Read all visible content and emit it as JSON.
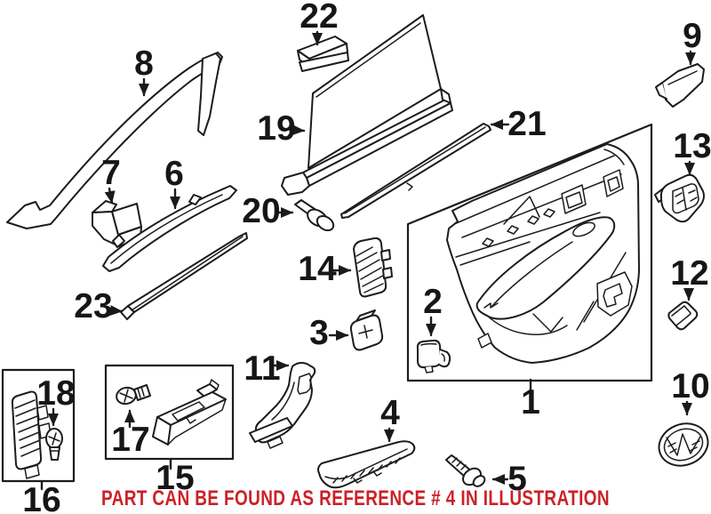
{
  "figure": {
    "background": "#ffffff",
    "line_color": "#1c1c1c",
    "caption": {
      "text": "PART CAN BE FOUND AS REFERENCE # 4 IN ILLUSTRATION",
      "color": "#cc2127"
    },
    "callouts": [
      {
        "label": "1"
      },
      {
        "label": "2"
      },
      {
        "label": "3"
      },
      {
        "label": "4"
      },
      {
        "label": "5"
      },
      {
        "label": "6"
      },
      {
        "label": "7"
      },
      {
        "label": "8"
      },
      {
        "label": "9"
      },
      {
        "label": "10"
      },
      {
        "label": "11"
      },
      {
        "label": "12"
      },
      {
        "label": "13"
      },
      {
        "label": "14"
      },
      {
        "label": "15"
      },
      {
        "label": "16"
      },
      {
        "label": "17"
      },
      {
        "label": "18"
      },
      {
        "label": "19"
      },
      {
        "label": "20"
      },
      {
        "label": "21"
      },
      {
        "label": "22"
      },
      {
        "label": "23"
      }
    ]
  }
}
